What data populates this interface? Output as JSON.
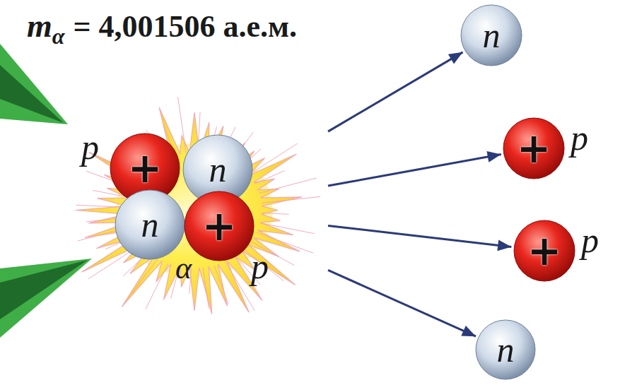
{
  "diagram": {
    "nodes": [
      {
        "text": [
          "α"
        ]
      },
      {
        "text": [
          "+",
          "p"
        ],
        "in": 0
      },
      {
        "text": [
          "n"
        ],
        "in": 0
      },
      {
        "text": [
          "n"
        ],
        "in": 0
      },
      {
        "text": [
          "+",
          "p"
        ],
        "in": 0
      },
      {
        "text": [
          "n"
        ]
      },
      {
        "text": [
          "+",
          "p"
        ]
      },
      {
        "text": [
          "+",
          "p"
        ]
      },
      {
        "text": [
          "n"
        ]
      }
    ],
    "edges": [
      {
        "from": 0,
        "to": 5,
        "arrow": "to"
      },
      {
        "from": 0,
        "to": 6,
        "arrow": "to"
      },
      {
        "from": 0,
        "to": 7,
        "arrow": "to"
      },
      {
        "from": 0,
        "to": 8,
        "arrow": "to"
      }
    ],
    "labels": [
      "m",
      "α",
      "= 4,001506 а.е.м."
    ]
  }
}
